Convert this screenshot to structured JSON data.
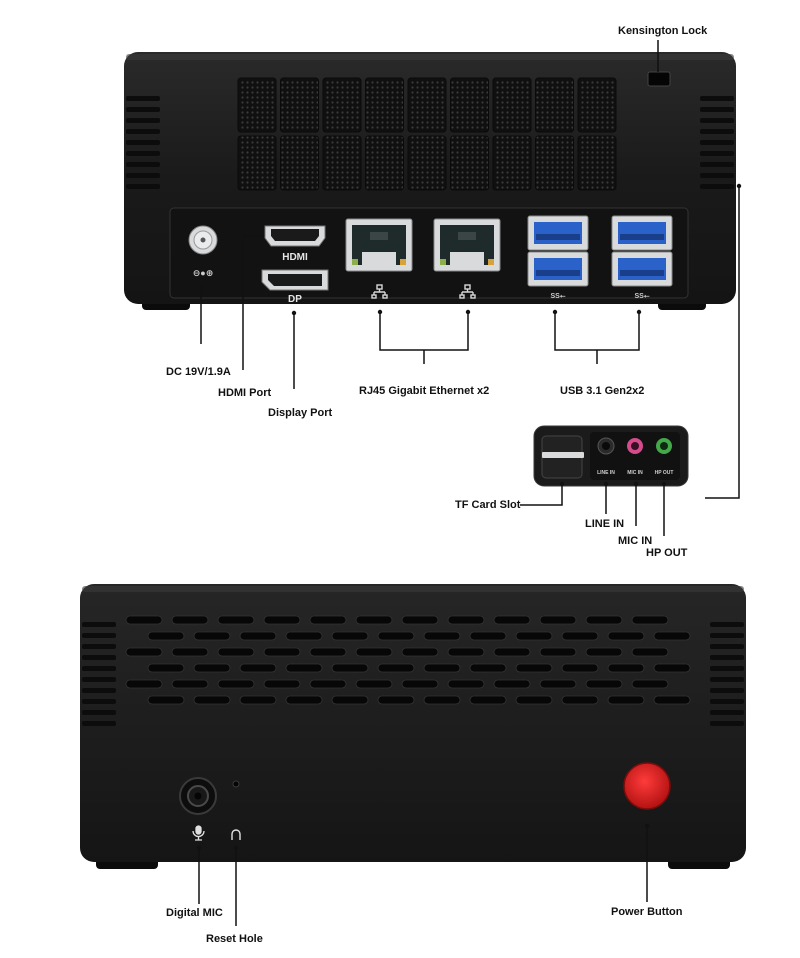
{
  "colors": {
    "chassis": "#1c1c1c",
    "chassis_edge": "#2e2e2e",
    "port_metal": "#cfd3d6",
    "usb_blue": "#2a62c9",
    "mic_pink": "#d64b8c",
    "hp_green": "#43a84a",
    "power_red": "#d51f1f",
    "line": "#111111"
  },
  "rear_panel": {
    "dc_icon": "⊖●⊕",
    "hdmi_text": "HDMI",
    "dp_text": "DP",
    "usb_marks": [
      "SS⭠",
      "SS⭠"
    ],
    "audio_labels": [
      "LINE IN",
      "MIC IN",
      "HP OUT"
    ]
  },
  "callouts": {
    "kensington": "Kensington Lock",
    "dc": "DC 19V/1.9A",
    "hdmi": "HDMI Port",
    "displayport": "Display Port",
    "rj45": "RJ45  Gigabit Ethernet x2",
    "usb": "USB 3.1 Gen2x2",
    "tf_card": "TF Card Slot",
    "line_in": "LINE IN",
    "mic_in": "MIC IN",
    "hp_out": "HP OUT",
    "digital_mic": "Digital MIC",
    "reset": "Reset Hole",
    "power": "Power Button"
  },
  "front_panel": {
    "mic_icon": "mic-icon",
    "reset_icon": "arch-icon"
  }
}
